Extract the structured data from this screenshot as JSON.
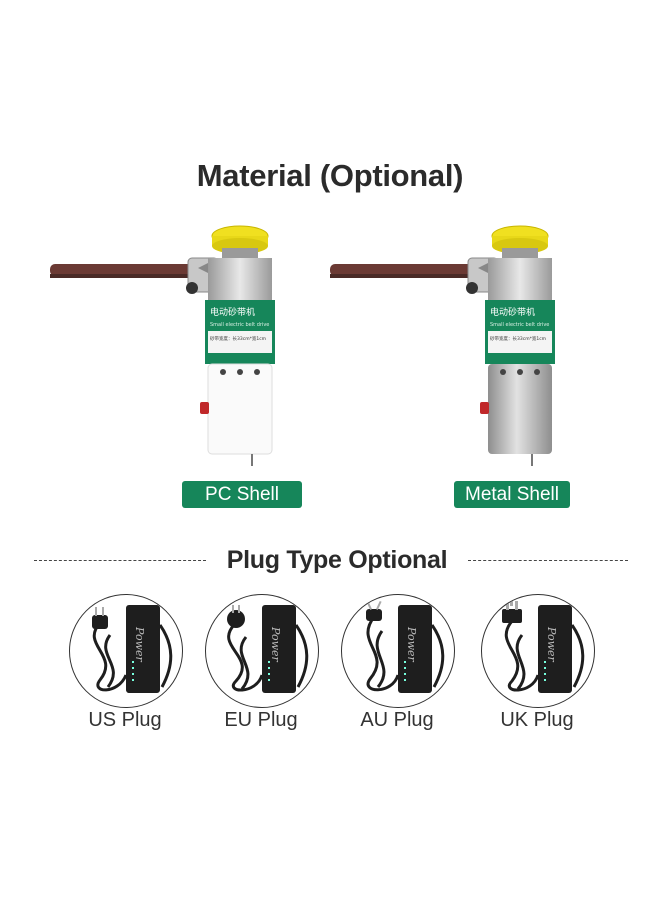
{
  "header": {
    "title": "Material  (Optional)"
  },
  "materials": [
    {
      "label": "PC Shell",
      "device_label_cn": "电动砂带机",
      "device_label_en": "Small electric belt drive",
      "device_spec": "砂带宽度：长33cm*宽1cm"
    },
    {
      "label": "Metal Shell",
      "device_label_cn": "电动砂带机",
      "device_label_en": "Small electric belt drive",
      "device_spec": "砂带宽度：长33cm*宽1cm"
    }
  ],
  "plug_section": {
    "title": "Plug Type Optional"
  },
  "plugs": [
    {
      "label": "US Plug",
      "adapter_text": "Power"
    },
    {
      "label": "EU Plug",
      "adapter_text": "Power"
    },
    {
      "label": "AU Plug",
      "adapter_text": "Power"
    },
    {
      "label": "UK Plug",
      "adapter_text": "Power"
    }
  ],
  "colors": {
    "accent_green": "#16865a",
    "pc_shell": "#ffffff",
    "metal_shell": "#b8b8b8",
    "sanding_pad": "#f0e020",
    "belt": "#6b3a34"
  }
}
